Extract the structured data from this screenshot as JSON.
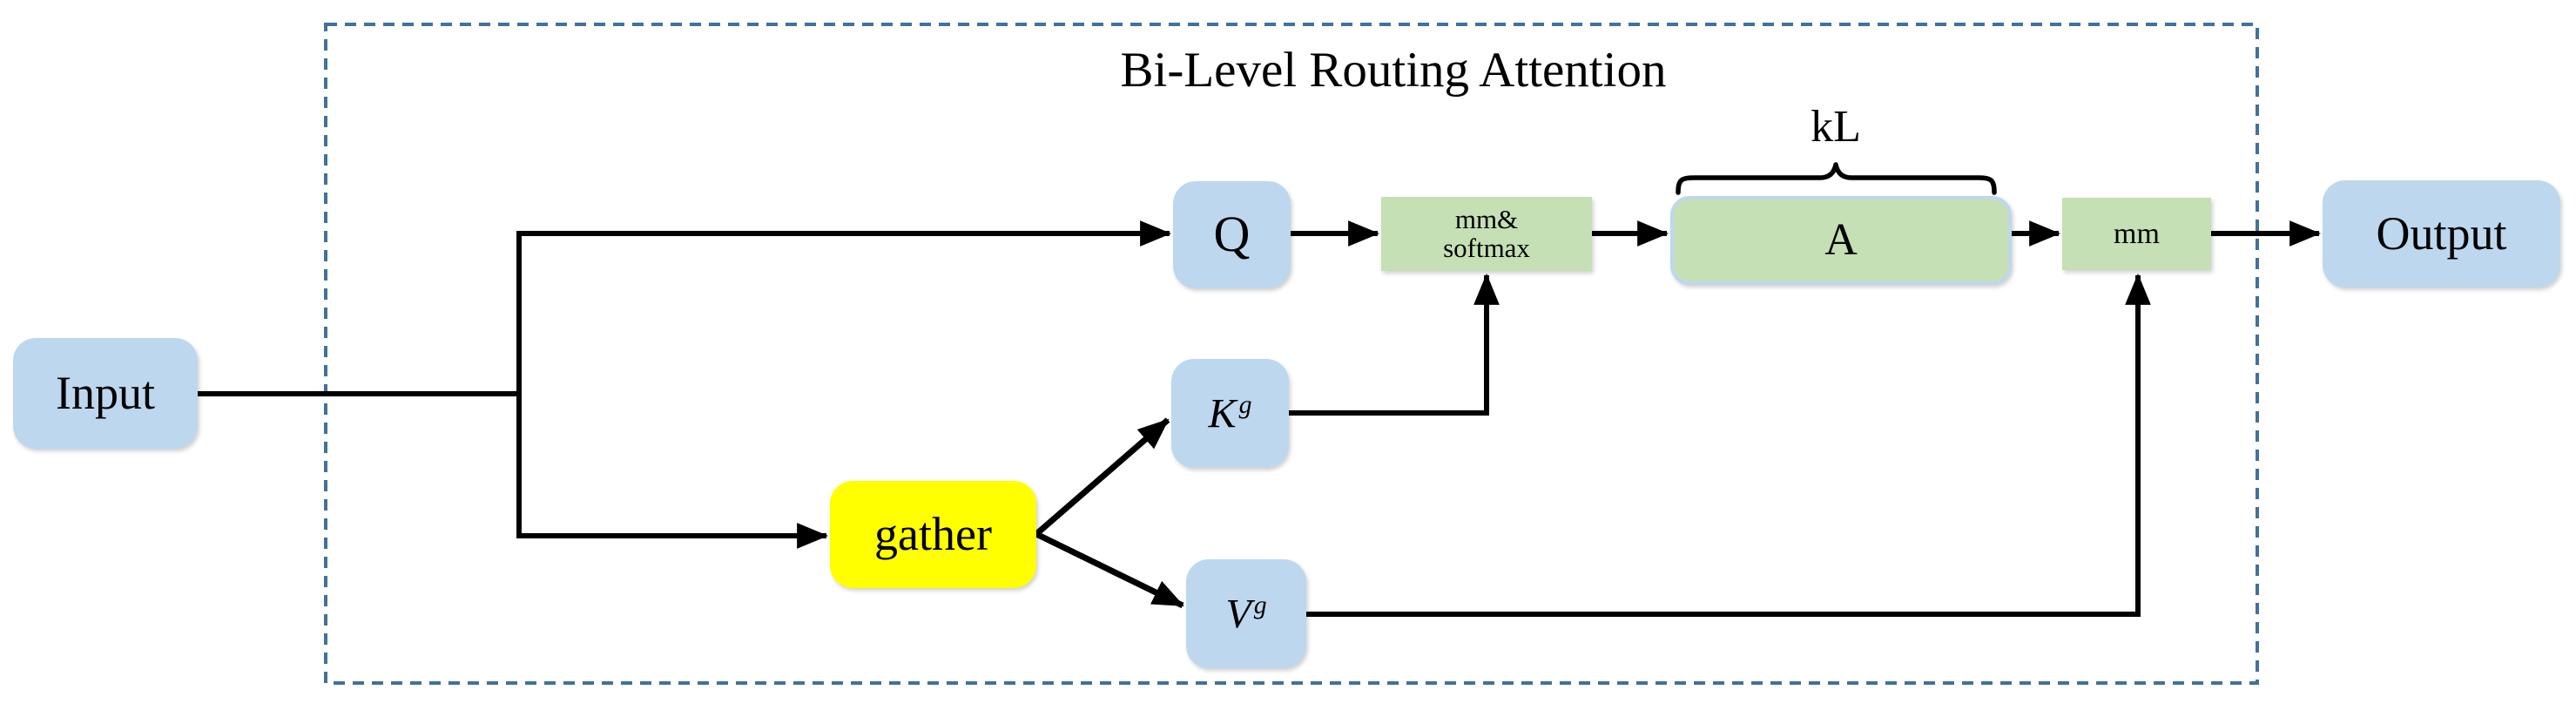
{
  "diagram": {
    "title": "Bi-Level Routing Attention",
    "brace_label": "kL",
    "nodes": {
      "input": {
        "label": "Input"
      },
      "q": {
        "label": "Q"
      },
      "mm_softmax": {
        "line1": "mm&",
        "line2": "softmax"
      },
      "a": {
        "label": "A"
      },
      "mm": {
        "label": "mm"
      },
      "output": {
        "label": "Output"
      },
      "gather": {
        "label": "gather"
      },
      "k_gathered": {
        "base": "K",
        "sup": "g"
      },
      "v_gathered": {
        "base": "V",
        "sup": "g"
      }
    },
    "colors": {
      "node_blue": "#BDD7EE",
      "node_green": "#C5E0B4",
      "node_yellow": "#FFFF00",
      "a_border_blue": "#BDD7EE",
      "dashed_border_blue": "#41719C",
      "connector_black": "#000000"
    }
  }
}
